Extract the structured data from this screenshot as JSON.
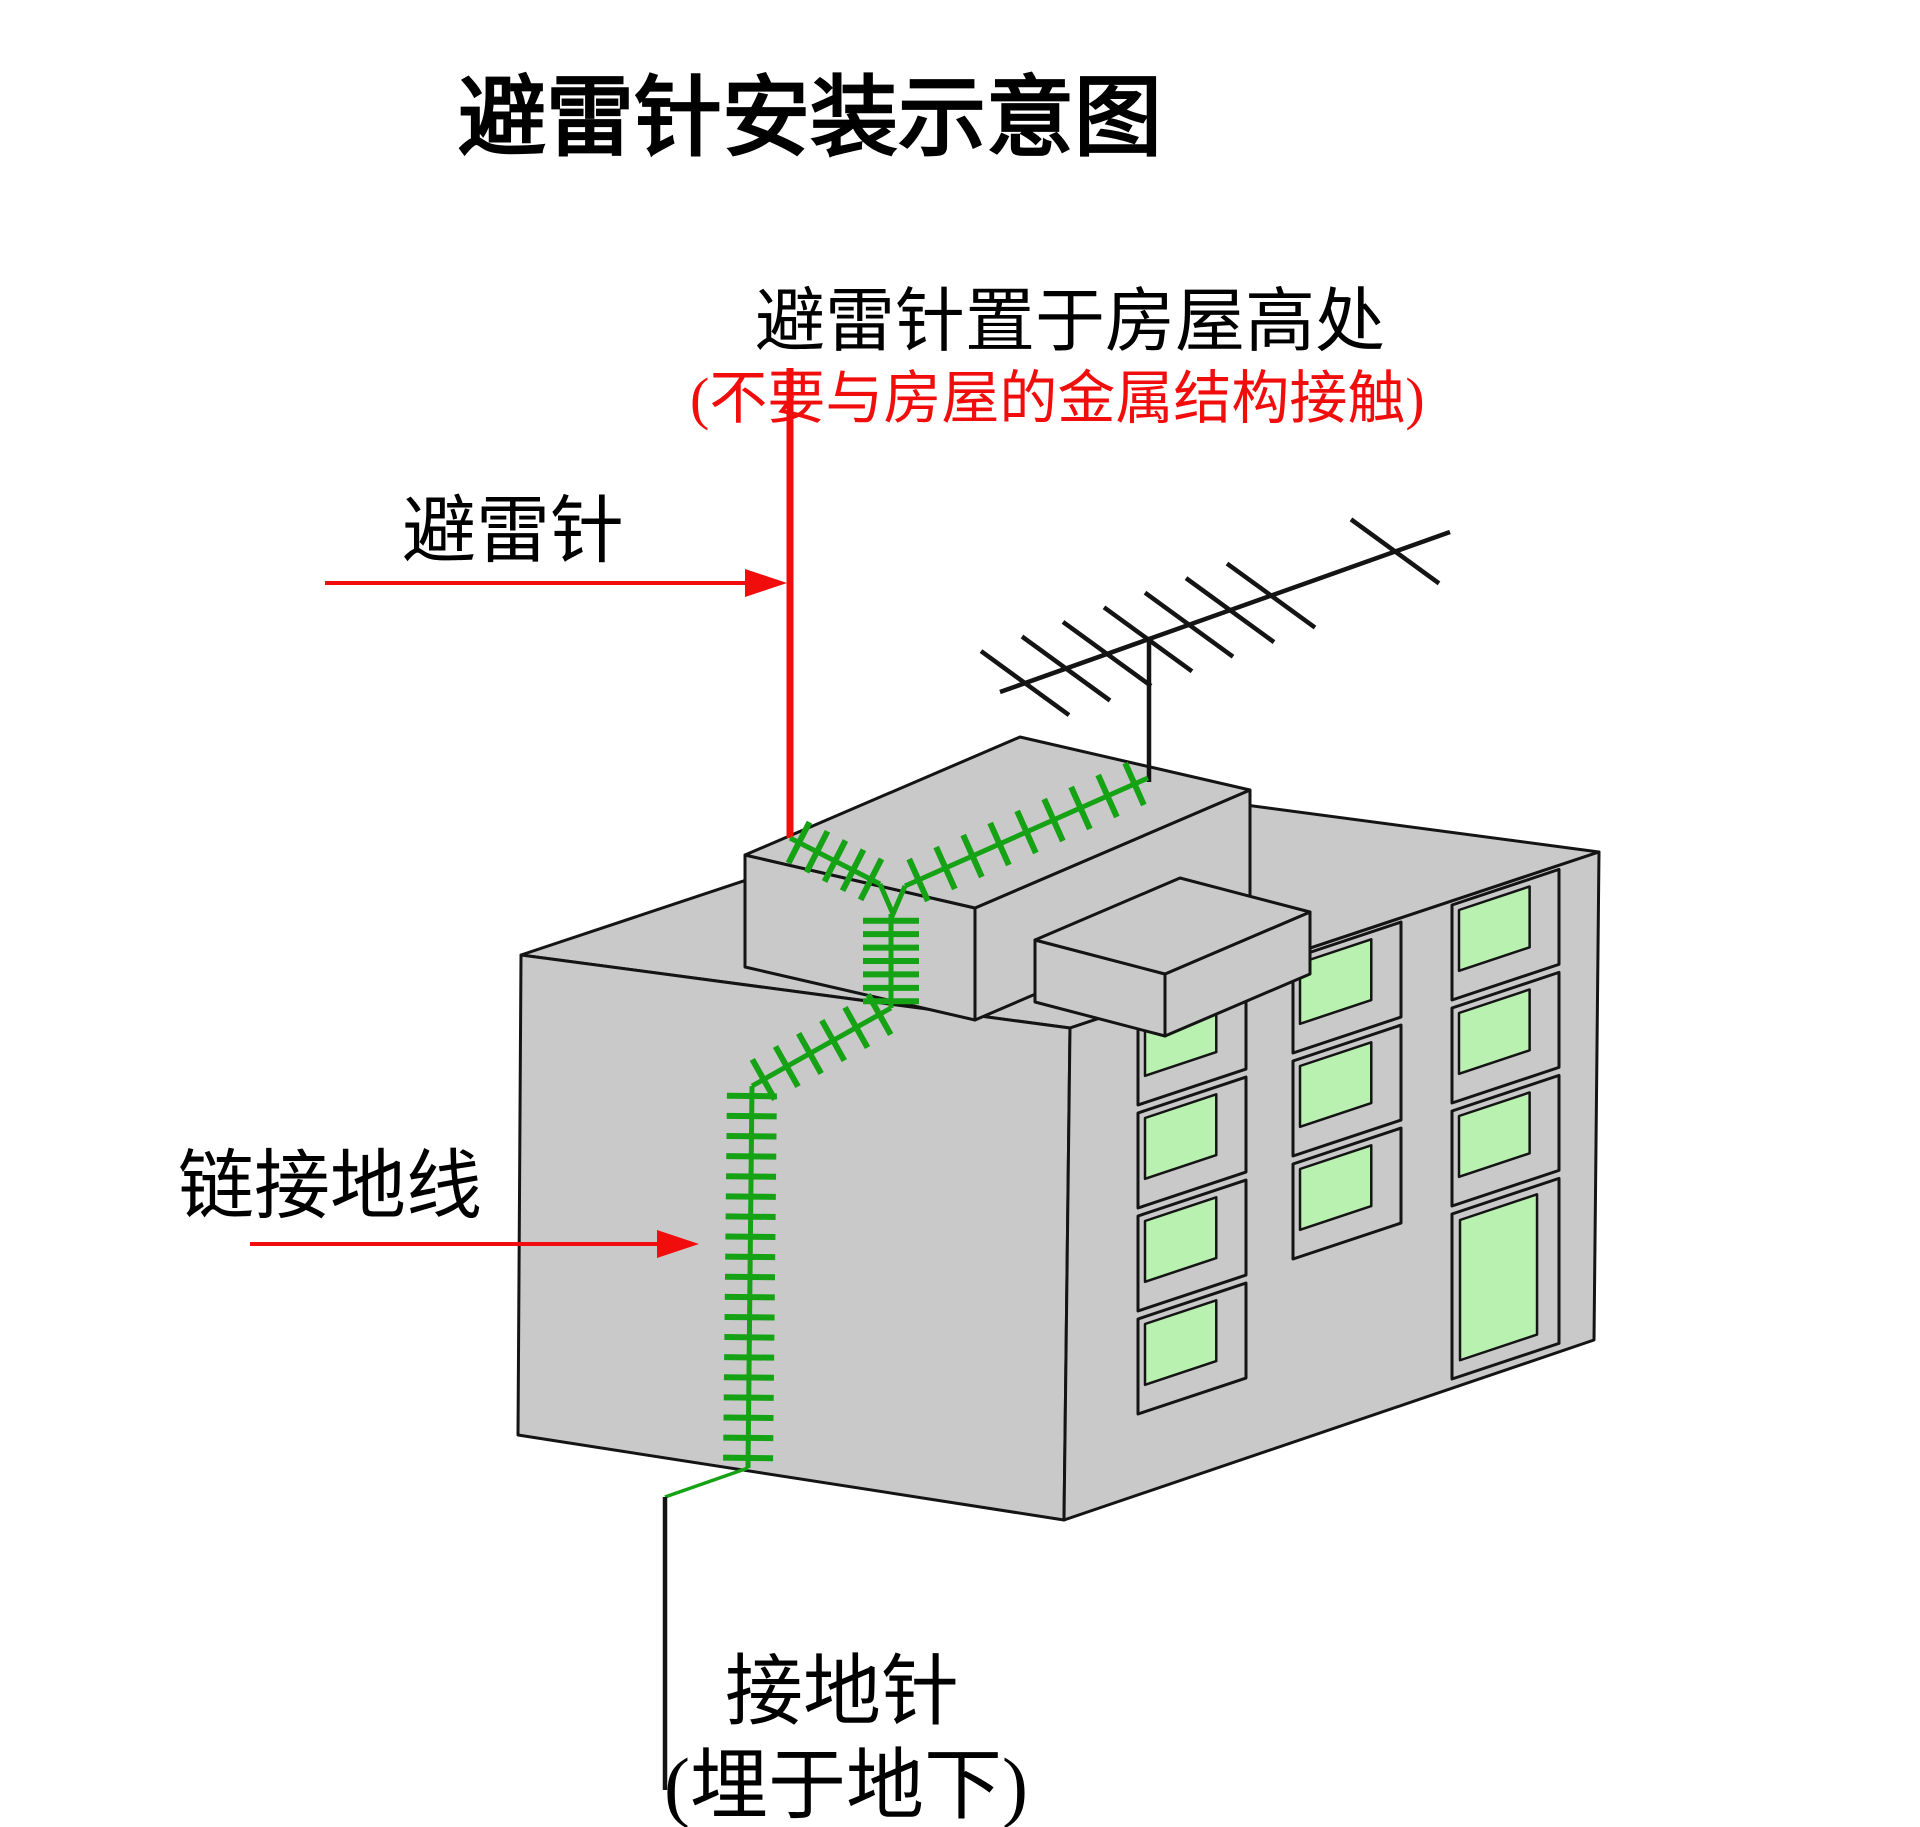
{
  "title": "避雷针安装示意图",
  "labels": {
    "rod_note": "避雷针置于房屋高处",
    "rod_warning": "(不要与房屋的金属结构接触)",
    "rod": "避雷针",
    "ground_wire": "链接地线",
    "ground_pin": "接地针",
    "ground_pin_note": "(埋于地下)"
  },
  "colors": {
    "red": "#f20d0d",
    "wire_green": "#15a315",
    "window_green": "#b9f1b0",
    "building_gray": "#c9c9c9",
    "outline": "#141414",
    "text": "#000000",
    "background": "#ffffff"
  },
  "figure": {
    "windows_per_column": [
      4,
      3,
      4
    ],
    "antenna_element_count": 8
  }
}
